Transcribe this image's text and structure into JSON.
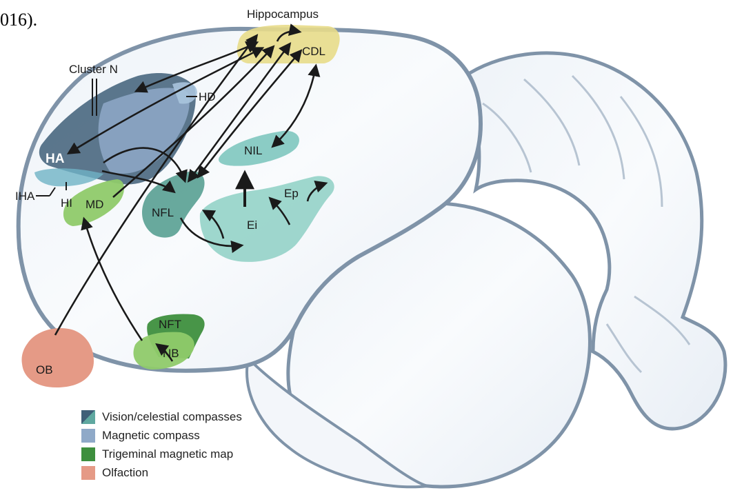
{
  "reference_fragment": "016).",
  "labels": {
    "hippocampus": "Hippocampus",
    "cdl": "CDL",
    "cluster_n": "Cluster N",
    "hd": "HD",
    "ha": "HA",
    "iha": "IHA",
    "hi": "HI",
    "md": "MD",
    "nfl": "NFL",
    "nil": "NIL",
    "ep": "Ep",
    "ei": "Ei",
    "nft": "NFT",
    "nb": "NB",
    "ob": "OB"
  },
  "legend": [
    {
      "label": "Vision/celestial compasses",
      "color": "#3f5f78",
      "color2": "#5fa8a0"
    },
    {
      "label": "Magnetic compass",
      "color": "#8fa9c8"
    },
    {
      "label": "Trigeminal magnetic map",
      "color": "#3e8f3e"
    },
    {
      "label": "Olfaction",
      "color": "#e59a86"
    }
  ],
  "colors": {
    "hippocampus": "#e8dc8a",
    "vision": "#3f5f78",
    "teal": "#6fc0b6",
    "magnetic": "#8fa9c8",
    "trigeminal": "#3e8f3e",
    "trigeminal_light": "#8fca6a",
    "olfaction": "#e59a86",
    "brain_outline": "#7f93a8"
  }
}
